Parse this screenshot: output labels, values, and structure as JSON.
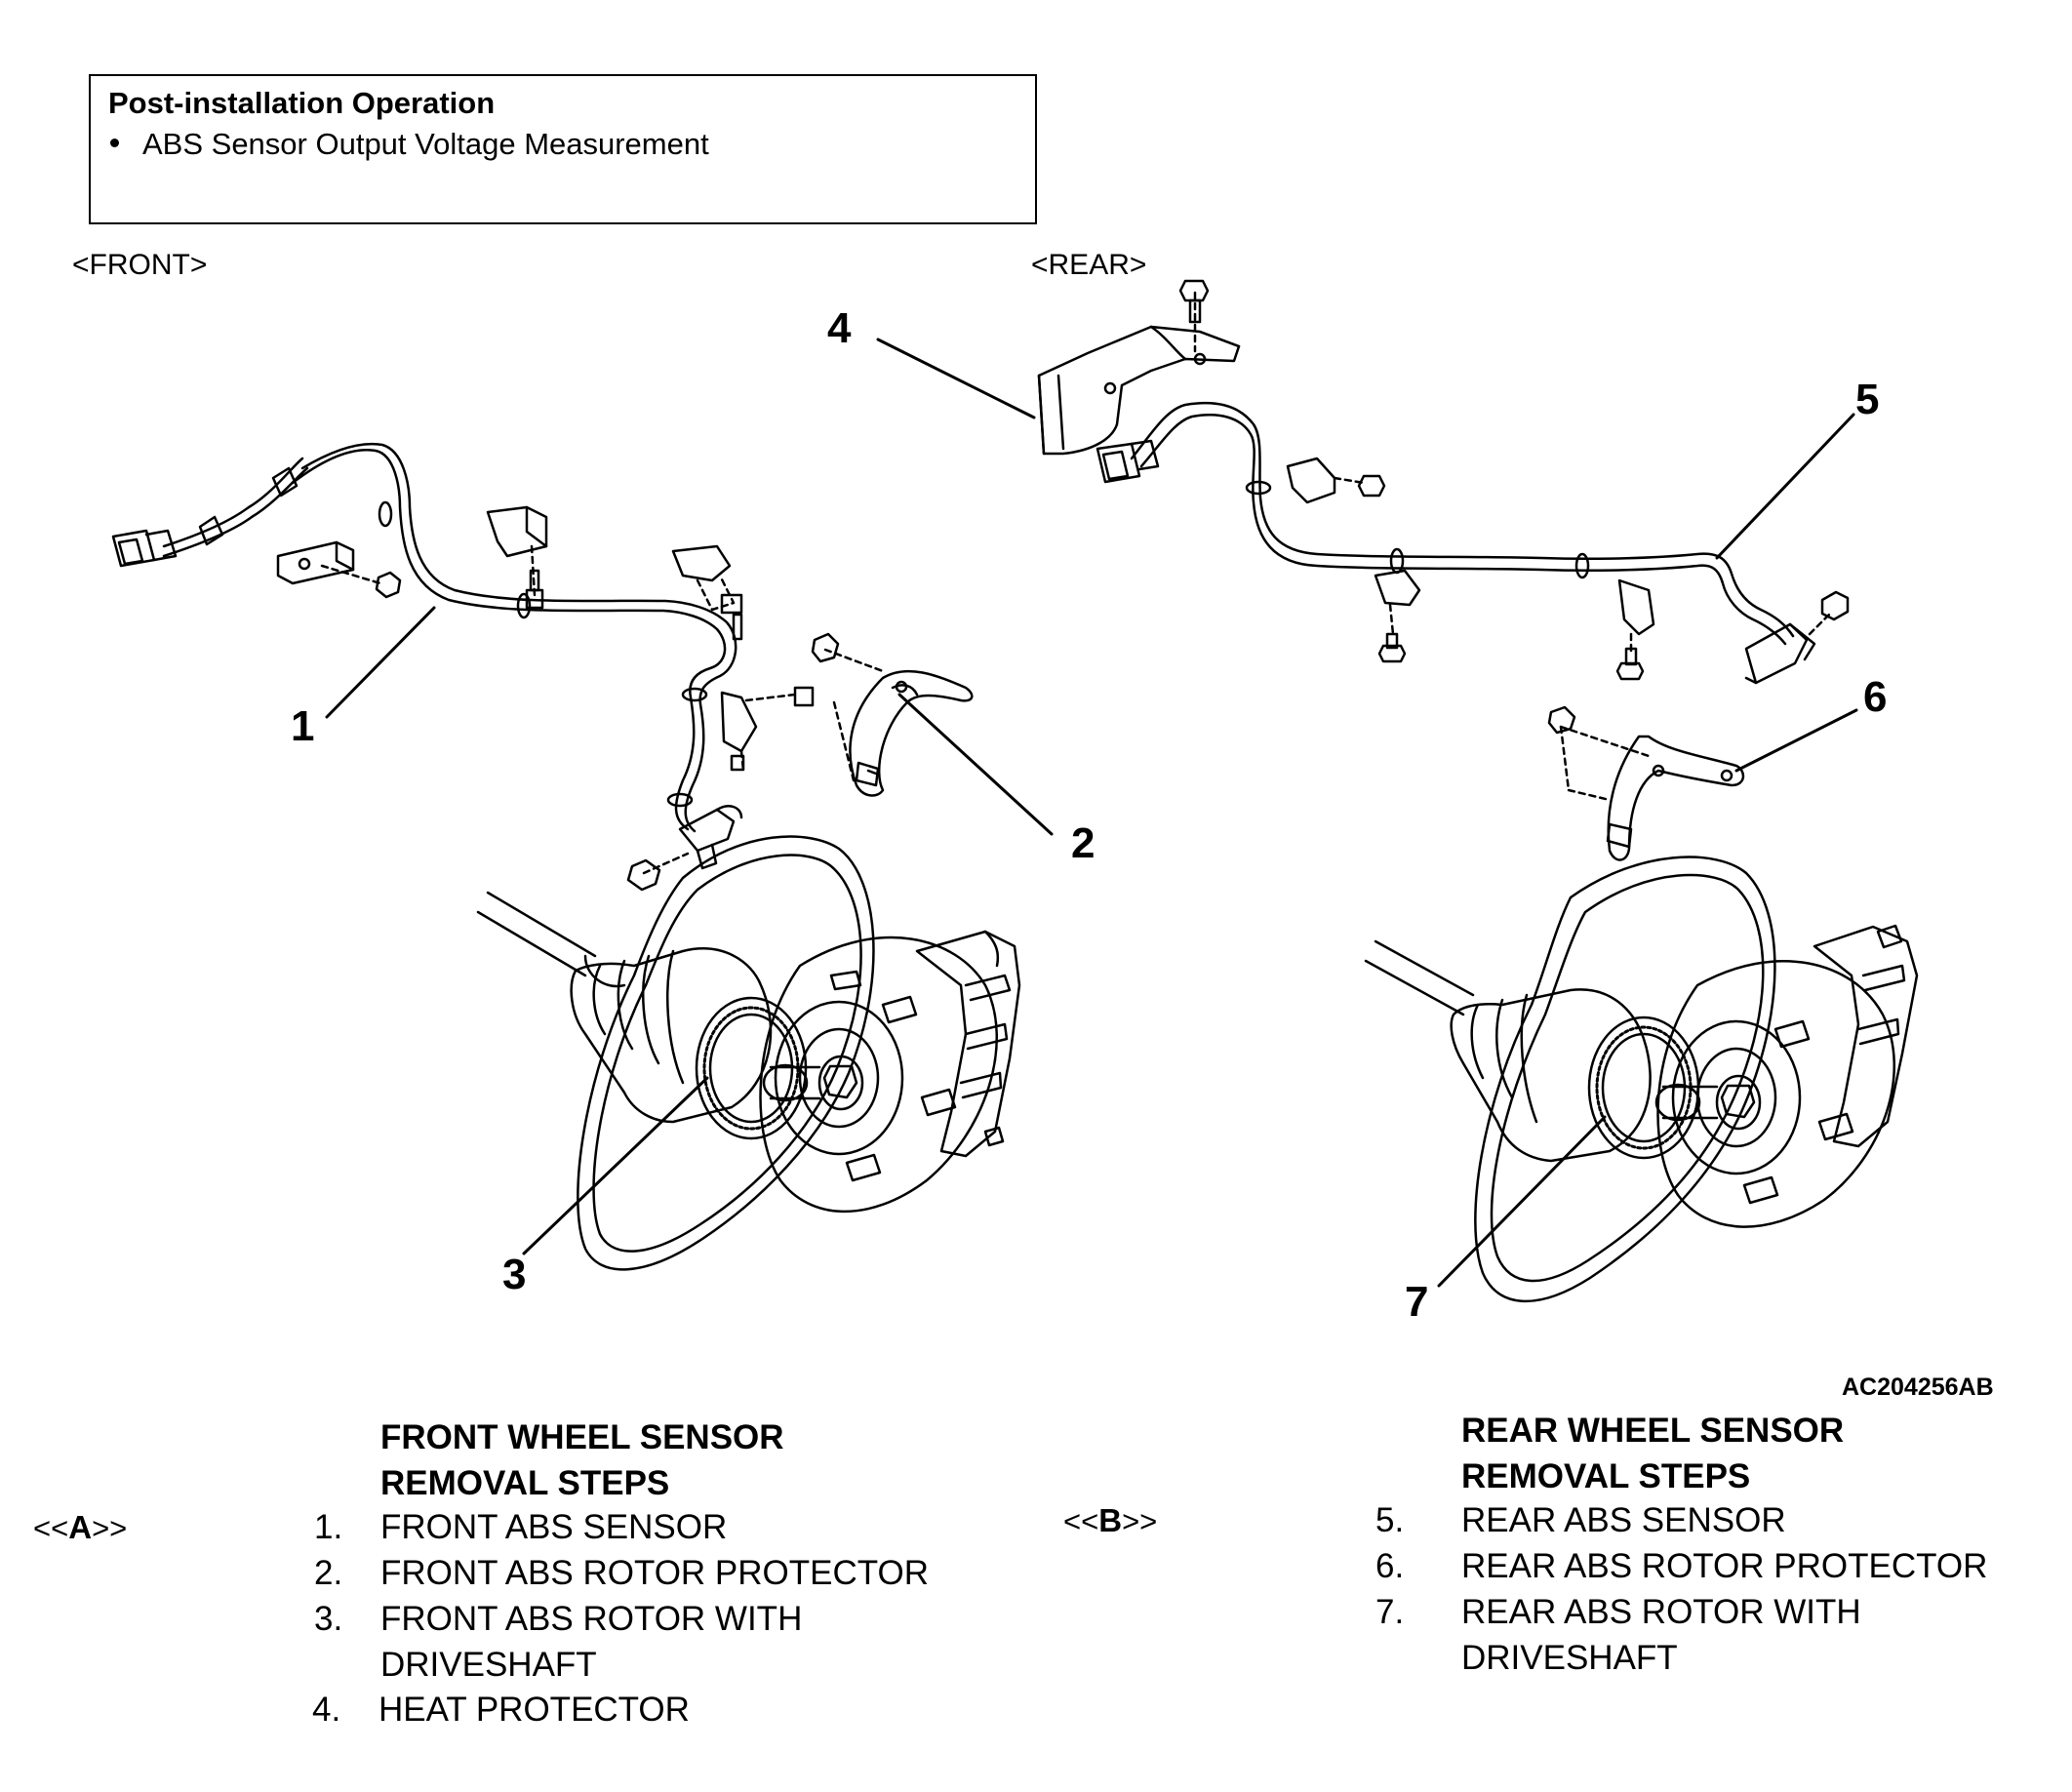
{
  "note": {
    "title": "Post-installation Operation",
    "items": [
      "ABS Sensor Output Voltage Measurement"
    ]
  },
  "views": {
    "front": "<FRONT>",
    "rear": "<REAR>"
  },
  "callouts": [
    "1",
    "2",
    "3",
    "4",
    "5",
    "6",
    "7"
  ],
  "figure_code": "AC204256AB",
  "front_steps": {
    "title_line1": "FRONT WHEEL SENSOR",
    "title_line2": "REMOVAL STEPS",
    "marker": {
      "open": "<<",
      "letter": "A",
      "close": ">>"
    },
    "items": [
      {
        "num": "1.",
        "text": "FRONT ABS SENSOR"
      },
      {
        "num": "2.",
        "text": "FRONT ABS ROTOR PROTECTOR"
      },
      {
        "num": "3.",
        "text": "FRONT ABS ROTOR WITH"
      },
      {
        "num": "",
        "text": "DRIVESHAFT"
      },
      {
        "num": "4.",
        "text": "HEAT PROTECTOR"
      }
    ]
  },
  "rear_steps": {
    "title_line1": "REAR WHEEL SENSOR",
    "title_line2": "REMOVAL STEPS",
    "marker": {
      "open": "<<",
      "letter": "B",
      "close": ">>"
    },
    "items": [
      {
        "num": "5.",
        "text": "REAR ABS SENSOR"
      },
      {
        "num": "6.",
        "text": "REAR ABS ROTOR PROTECTOR"
      },
      {
        "num": "7.",
        "text": "REAR ABS ROTOR WITH"
      },
      {
        "num": "",
        "text": "DRIVESHAFT"
      }
    ]
  }
}
